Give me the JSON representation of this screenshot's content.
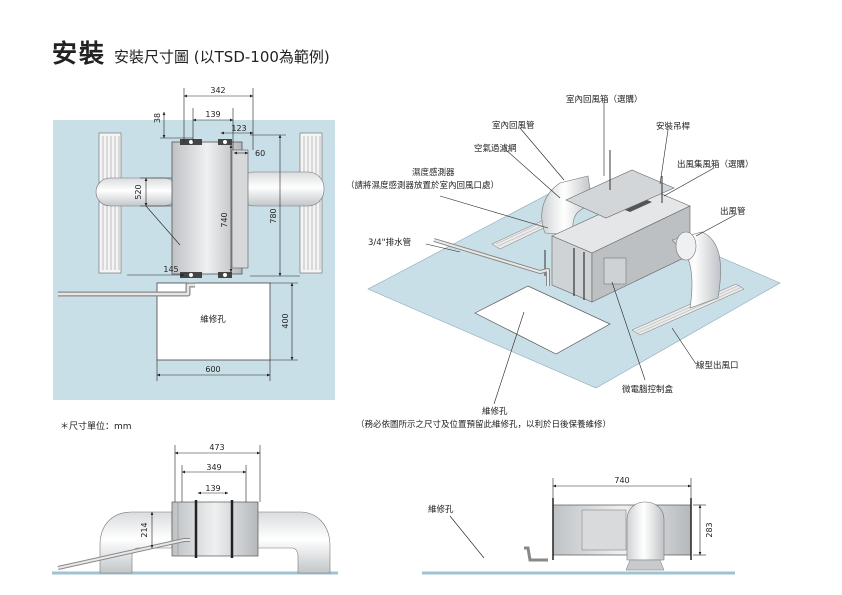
{
  "header": {
    "title_main": "安裝",
    "title_sub": "安裝尺寸圖 (以TSD-100為範例)"
  },
  "unit_note": "＊尺寸單位：mm",
  "plan_view": {
    "dims": {
      "d342": "342",
      "d139": "139",
      "d38": "38",
      "d123": "123",
      "d60": "60",
      "d520": "520",
      "d740": "740",
      "d780": "780",
      "d145": "145",
      "d400": "400",
      "d600": "600"
    },
    "opening_label": "維修孔"
  },
  "iso_view": {
    "labels": {
      "return_box": "室內回風箱（選購）",
      "return_pipe": "室內回風管",
      "hanger": "安裝吊桿",
      "filter": "空氣過濾網",
      "humidity_sensor": "濕度感測器",
      "humidity_note": "（請將濕度感測器放置於室內回風口處）",
      "outlet_box": "出風集風箱（選購）",
      "outlet_pipe": "出風管",
      "drain": "3/4\"排水管",
      "linear_outlet": "線型出風口",
      "controller": "微電腦控制盒",
      "service_hole": "維修孔",
      "service_note": "（務必依圖所示之尺寸及位置預留此維修孔，以利於日後保養維修）"
    }
  },
  "side_view": {
    "dims": {
      "d473": "473",
      "d349": "349",
      "d139": "139",
      "d214": "214"
    }
  },
  "front_view": {
    "dims": {
      "d740": "740",
      "d283": "283"
    },
    "label": "維修孔"
  }
}
